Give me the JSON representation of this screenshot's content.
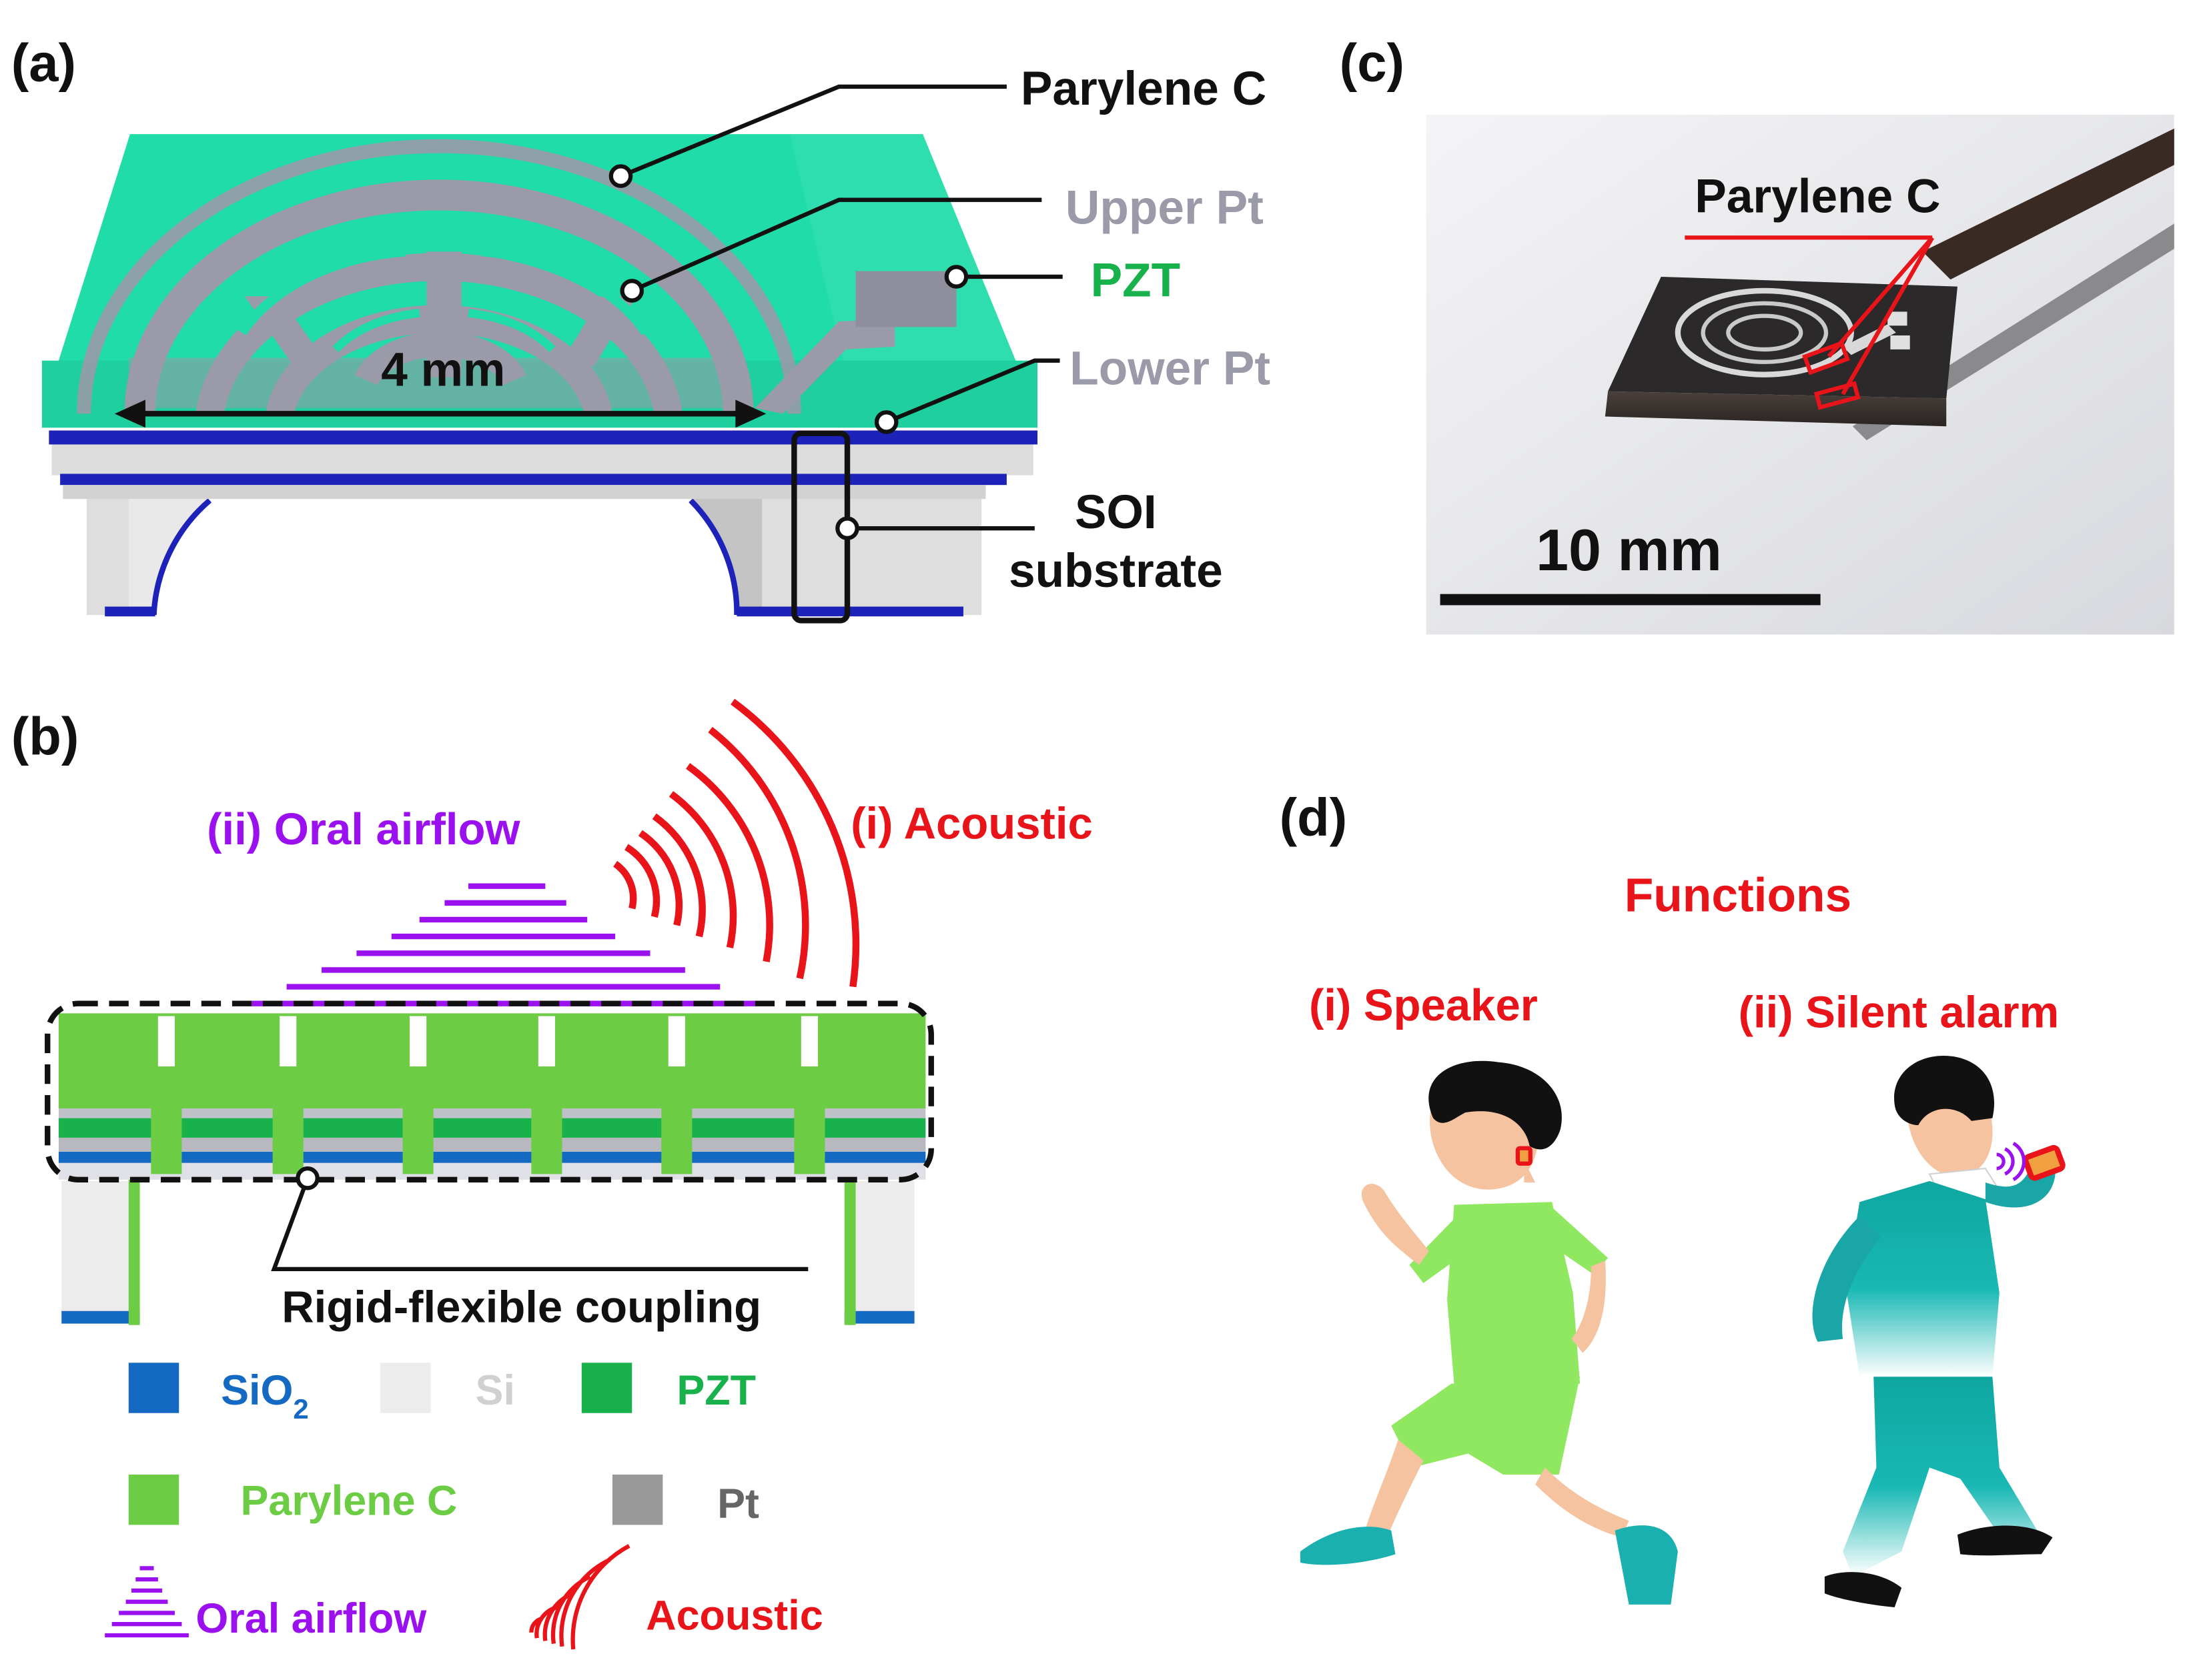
{
  "panel_labels": {
    "a": "(a)",
    "b": "(b)",
    "c": "(c)",
    "d": "(d)"
  },
  "panel_a": {
    "labels": {
      "parylene": "Parylene C",
      "upper_pt": "Upper Pt",
      "pzt": "PZT",
      "lower_pt": "Lower Pt",
      "soi_line1": "SOI",
      "soi_line2": "substrate",
      "dimension": "4 mm"
    }
  },
  "panel_b": {
    "oral_airflow": "(ii) Oral airflow",
    "acoustic": "(i) Acoustic",
    "coupling": "Rigid-flexible coupling",
    "legend": {
      "sio2_base": "SiO",
      "sio2_sub": "2",
      "si": "Si",
      "pzt": "PZT",
      "parylene": "Parylene C",
      "pt": "Pt",
      "oral_airflow": "Oral airflow",
      "acoustic": "Acoustic"
    }
  },
  "panel_c": {
    "label": "Parylene C",
    "scale": "10 mm"
  },
  "panel_d": {
    "title": "Functions",
    "speaker": "(i) Speaker",
    "silent_alarm": "(ii) Silent alarm"
  },
  "colors": {
    "parylene": "#1fdca8",
    "pzt_text": "#19b14c",
    "pt_gray": "#9a9aa8",
    "sio2": "#1d22b8",
    "sio2_legend": "#1469c2",
    "parylene_green": "#6ccd45",
    "purple": "#9b10ee",
    "red": "#e8141a",
    "teal": "#1a9c9c"
  }
}
